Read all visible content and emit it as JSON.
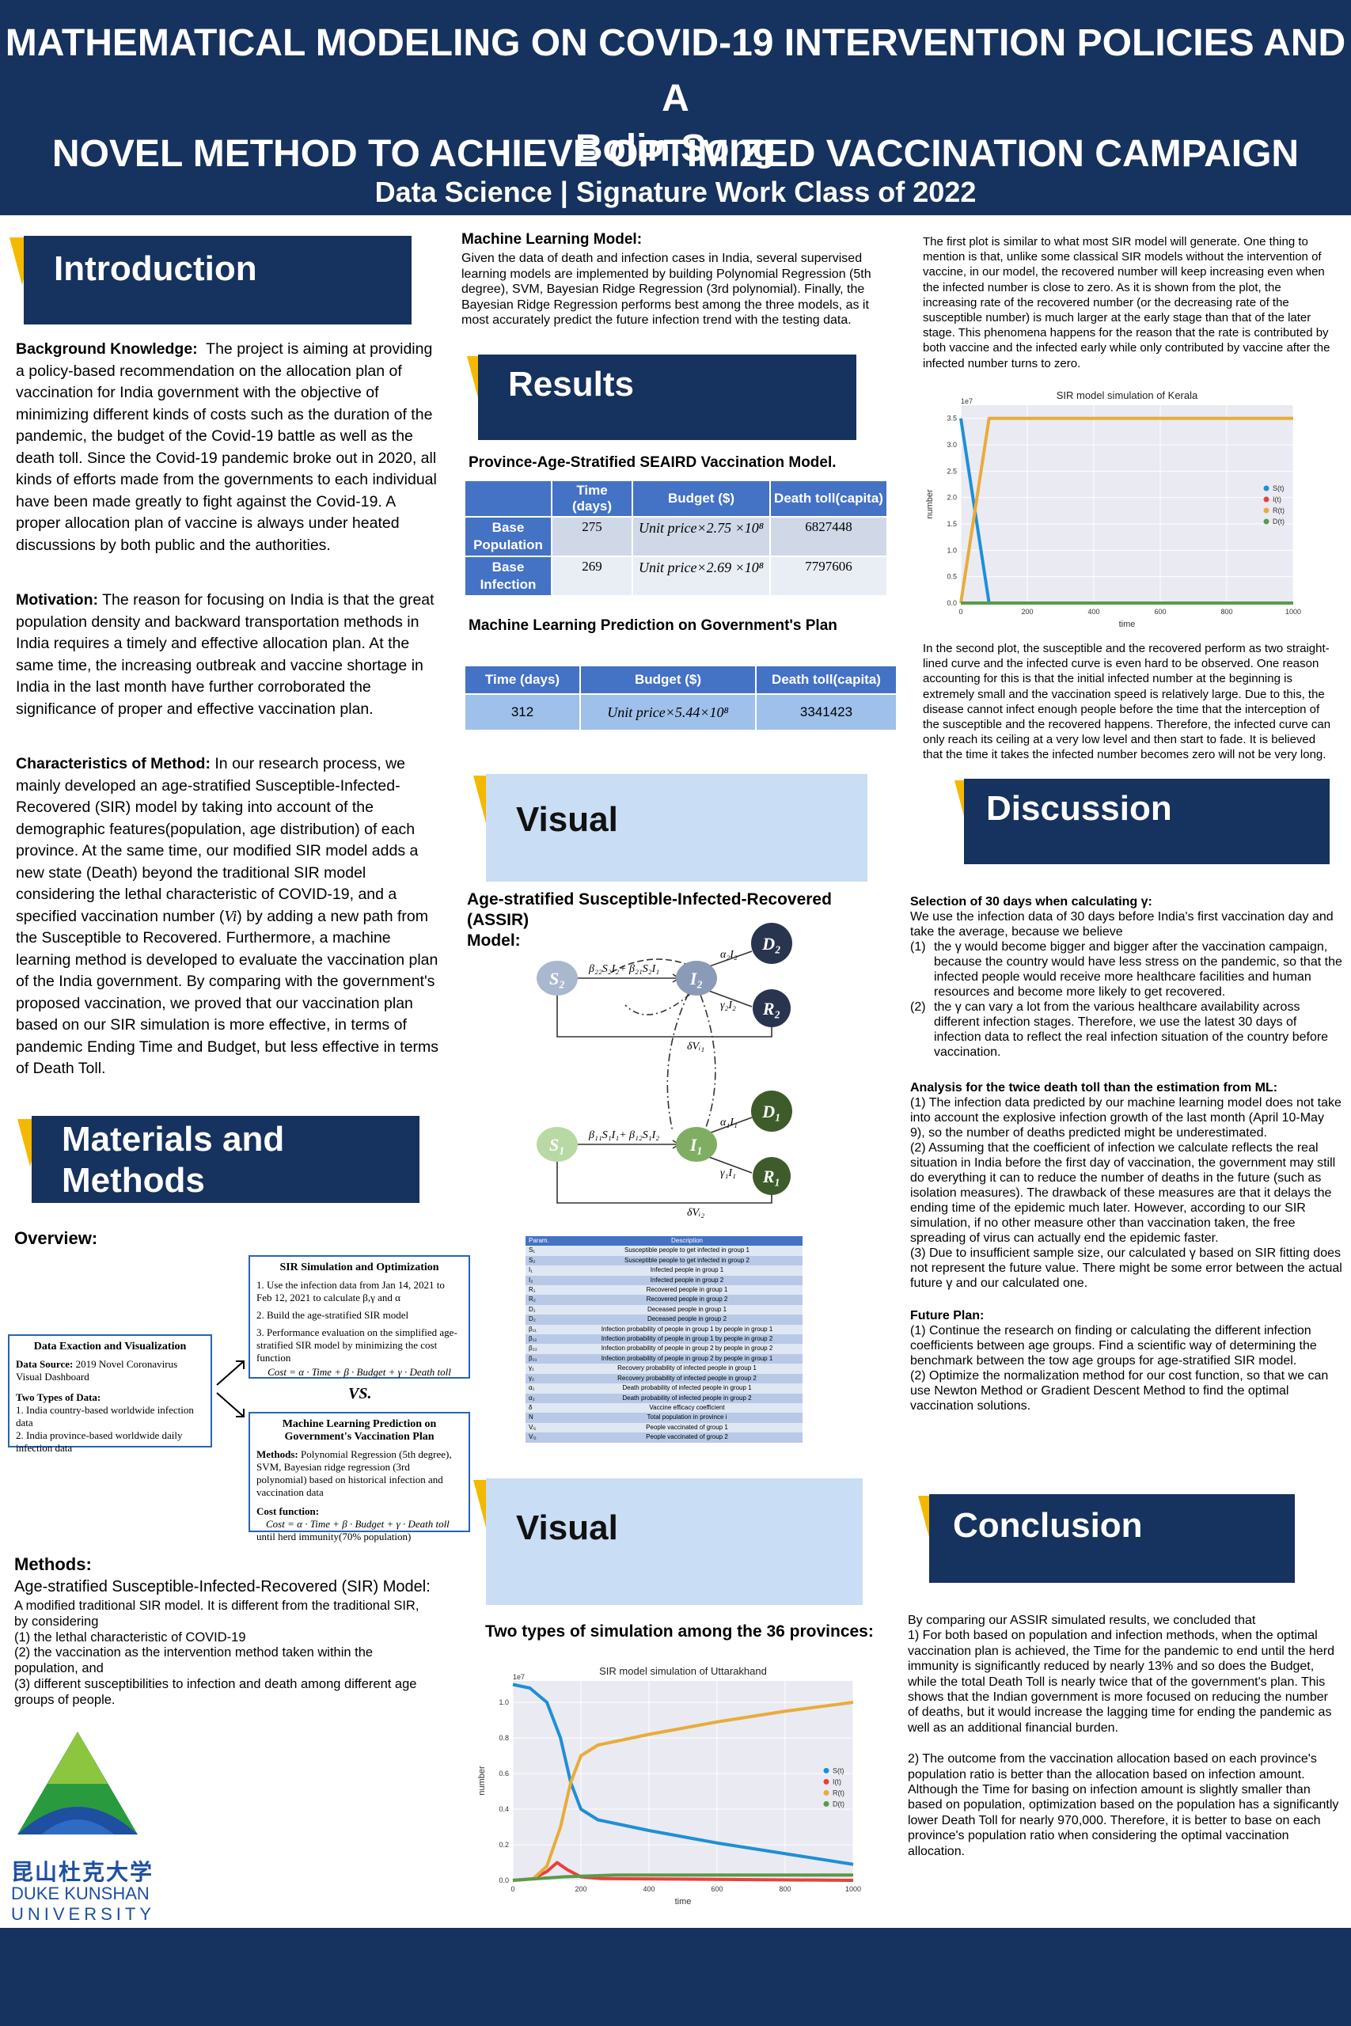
{
  "header": {
    "title_line1": "MATHEMATICAL MODELING ON COVID-19 INTERVENTION POLICIES AND A",
    "title_line2": "NOVEL METHOD TO ACHIEVE OPTIMIZED VACCINATION CAMPAIGN",
    "author": "Bolin Song",
    "affiliation": "Data Science | Signature Work Class of 2022"
  },
  "colors": {
    "navy": "#16325e",
    "light_blue": "#c9ddf4",
    "accent": "#f5b800"
  },
  "introduction": {
    "heading": "Introduction",
    "bg_label": "Background Knowledge:",
    "bg_text": "The project is aiming at providing a policy-based recommendation on the allocation plan of vaccination for India government with the objective of minimizing different kinds of costs such as the duration of the pandemic, the budget of the Covid-19 battle as well as the death toll. Since the Covid-19 pandemic broke out in 2020, all kinds of efforts made from the governments to each individual have been made greatly to fight against the Covid-19. A proper allocation plan of vaccine is always under heated discussions by both public and the authorities.",
    "mot_label": "Motivation:",
    "mot_text": "The reason for focusing on India is that the great population density and backward transportation methods in India requires a timely and effective allocation plan. At the same time, the increasing outbreak and vaccine shortage in India in the last month have further corroborated the significance of proper and effective vaccination plan.",
    "char_label": "Characteristics of Method:",
    "char_text1": "In our research process, we mainly developed an age-stratified Susceptible-Infected-Recovered (SIR) model by taking into account of the demographic features(population, age distribution) of each province. At the same time, our modified SIR model adds a new state (Death) beyond the traditional SIR model considering the lethal characteristic of COVID-19, and a specified vaccination number (",
    "char_vi": "Vi",
    "char_text2": ") by adding a new path from the Susceptible to Recovered. Furthermore, a machine learning method  is developed to evaluate the vaccination plan of the India government. By comparing with the government's proposed vaccination, we proved that our vaccination plan based on our SIR simulation is more effective, in terms of pandemic Ending Time and Budget, but less effective in terms of Death Toll."
  },
  "materials": {
    "heading_l1": "Materials and",
    "heading_l2": "Methods",
    "overview": "Overview:",
    "box_data": {
      "title": "Data Exaction and Visualization",
      "source_label": "Data Source:",
      "source": "2019 Novel Coronavirus Visual Dashboard",
      "types_label": "Two Types of Data:",
      "type1": "1. India country-based worldwide infection data",
      "type2": "2. India province-based worldwide daily infection data"
    },
    "box_sir": {
      "title": "SIR Simulation and Optimization",
      "s1": "1. Use the infection data from Jan 14, 2021 to Feb 12, 2021 to calculate β,γ and α",
      "s2": "2. Build the age-stratified SIR model",
      "s3": "3. Performance evaluation on the simplified age-stratified SIR model by minimizing the cost function",
      "cost": "Cost = α · Time + β · Budget + γ · Death toll"
    },
    "vs": "VS.",
    "box_ml": {
      "title": "Machine Learning Prediction on Government's Vaccination Plan",
      "methods_label": "Methods:",
      "methods": "Polynomial Regression (5th degree), SVM, Bayesian ridge regression (3rd polynomial) based on historical infection and vaccination data",
      "cost_label": "Cost function:",
      "cost": "Cost = α · Time + β · Budget + γ · Death toll",
      "until": "until herd immunity(70% population)"
    },
    "methods_heading": "Methods:",
    "methods_title": "Age-stratified Susceptible-Infected-Recovered (SIR) Model:",
    "methods_intro": "A modified traditional SIR model. It is different from the traditional SIR, by considering",
    "m1": "(1) the lethal characteristic of COVID-19",
    "m2": "(2) the vaccination as the intervention method taken within the population, and",
    "m3": "(3) different susceptibilities to infection and death among different age groups of people."
  },
  "logo": {
    "cn": "昆山杜克大学",
    "en1": "DUKE KUNSHAN",
    "en2": "UNIVERSITY"
  },
  "ml_model": {
    "heading": "Machine Learning Model:",
    "text": "Given the data of death and infection cases in India, several supervised learning models are implemented by building Polynomial Regression (5th degree), SVM, Bayesian Ridge Regression (3rd polynomial). Finally, the Bayesian Ridge Regression performs best among the three models, as it most accurately predict the future infection trend with the testing data."
  },
  "results": {
    "heading": "Results",
    "table1_title": "Province-Age-Stratified SEAIRD Vaccination Model.",
    "t1_headers": [
      "Time (days)",
      "Budget ($)",
      "Death toll(capita)"
    ],
    "t1_rows": [
      {
        "label": "Base Population",
        "time": "275",
        "budget": "Unit price×2.75 ×10⁸",
        "death": "6827448"
      },
      {
        "label": "Base Infection",
        "time": "269",
        "budget": "Unit price×2.69 ×10⁸",
        "death": "7797606"
      }
    ],
    "table2_title": "Machine Learning Prediction on Government's Plan",
    "t2_headers": [
      "Time (days)",
      "Budget ($)",
      "Death toll(capita)"
    ],
    "t2_row": {
      "time": "312",
      "budget": "Unit price×5.44×10⁸",
      "death": "3341423"
    }
  },
  "visual1": {
    "heading": "Visual",
    "title_l1": "Age-stratified Susceptible-Infected-Recovered (ASSIR)",
    "title_l2": "Model:",
    "nodes": {
      "S2": "S₂",
      "I2": "I₂",
      "D2": "D₂",
      "R2": "R₂",
      "S1": "S₁",
      "I1": "I₁",
      "D1": "D₁",
      "R1": "R₁"
    },
    "edges": {
      "b2": "β₂₂S₂I₂+ β₂₁S₂I₁",
      "a2": "α₂I₂",
      "g2": "γ₂I₂",
      "v1": "δVᵢ₁",
      "b1": "β₁₁S₁I₁+ β₁₂S₁I₂",
      "a1": "α₁I₁",
      "g1": "γ₁I₁",
      "v2": "δVᵢ₂"
    },
    "params_header": [
      "Param.",
      "Description"
    ],
    "params": [
      [
        "S₁",
        "Susceptible people to get infected in group 1"
      ],
      [
        "S₂",
        "Susceptible people to get infected in group 2"
      ],
      [
        "I₁",
        "Infected people in group 1"
      ],
      [
        "I₂",
        "Infected people in group 2"
      ],
      [
        "R₁",
        "Recovered people in group 1"
      ],
      [
        "R₂",
        "Recovered people in group 2"
      ],
      [
        "D₁",
        "Deceased people in group 1"
      ],
      [
        "D₂",
        "Deceased people in group 2"
      ],
      [
        "β₁₁",
        "Infection probability of people in group 1 by people in group 1"
      ],
      [
        "β₁₂",
        "Infection probability of people in group 1 by people in group 2"
      ],
      [
        "β₂₂",
        "Infection probability of people in group 2 by people in group 2"
      ],
      [
        "β₂₁",
        "Infection probability of people in group 2 by people in group 1"
      ],
      [
        "γ₁",
        "Recovery probability of infected people in group 1"
      ],
      [
        "γ₂",
        "Recovery probability of infected people in group 2"
      ],
      [
        "α₁",
        "Death probability of infected people in group 1"
      ],
      [
        "α₂",
        "Death probability of infected people in group 2"
      ],
      [
        "δ",
        "Vaccine efficacy coefficient"
      ],
      [
        "N",
        "Total population in province i"
      ],
      [
        "Vᵢ₁",
        "People vaccinated of group 1"
      ],
      [
        "Vᵢ₂",
        "People vaccinated of group 2"
      ]
    ]
  },
  "visual2": {
    "heading": "Visual",
    "title": "Two types of simulation among the 36 provinces:"
  },
  "right_text": {
    "p1": "The first plot is similar to what most SIR model will generate. One thing to mention is that, unlike some classical SIR models without the intervention of vaccine, in our model, the recovered number will keep increasing even when the infected number is close to zero. As it is shown from the plot, the increasing rate of the recovered number (or the decreasing rate of the susceptible number) is much larger at the early stage than that of the later stage. This phenomena happens for the reason that the rate is contributed by both vaccine and the infected early while only contributed by vaccine after the infected number turns to zero.",
    "p2": "In the second plot, the susceptible and the recovered perform as two straight-lined curve and the infected curve is even hard to be observed. One reason accounting for this is that the initial infected number at the beginning is extremely small and the vaccination speed is relatively large. Due to this, the disease cannot infect enough people before the time that the interception of the susceptible and the recovered happens. Therefore, the infected curve can only reach its ceiling at a very low level and then start to fade. It is believed that the time it takes the infected number becomes zero will not be very long."
  },
  "discussion": {
    "heading": "Discussion",
    "sel_title": "Selection of 30 days when calculating γ:",
    "sel_intro": "We use the infection data of 30 days before India's first vaccination day and take the average, because we believe",
    "sel_1": "the γ would become bigger and bigger after the vaccination campaign, because the country would have less stress on the pandemic, so that the infected people would receive more healthcare facilities and human resources and become more likely to get recovered.",
    "sel_2": "the γ can vary a lot from the various healthcare availability across different infection stages. Therefore, we use the latest 30 days of infection data to reflect the real infection situation of the country before vaccination.",
    "n1": "(1)",
    "n2": "(2)",
    "ana_title": "Analysis for the twice death toll than the estimation from ML:",
    "ana_1": "(1) The infection data predicted by our machine learning model does not take into account the explosive infection growth of the last month (April 10-May 9), so the number of deaths predicted might be underestimated.",
    "ana_2": "(2) Assuming that the coefficient of infection we calculate reflects the real situation in India before the first day of vaccination, the government may still do everything it can to reduce the number of deaths in the future (such as isolation measures). The drawback of these measures are that it delays the ending time of the epidemic much later. However, according to our SIR simulation, if no other measure other than vaccination taken, the free spreading of virus can actually end the epidemic faster.",
    "ana_3": "(3) Due to insufficient sample size, our calculated γ based on SIR fitting does not represent the future value. There might be some error between the actual future γ and our calculated one.",
    "fut_title": "Future Plan:",
    "fut_1": "(1) Continue the research on finding or calculating the different infection coefficients between age groups. Find a scientific way of determining the benchmark between the tow age groups for age-stratified SIR model.",
    "fut_2": "(2) Optimize the normalization method for our cost function, so that we can use Newton Method or Gradient Descent Method to find the optimal vaccination solutions."
  },
  "conclusion": {
    "heading": "Conclusion",
    "intro": "By comparing our ASSIR simulated results, we concluded that",
    "c1": "1) For both based on population and infection methods, when the optimal vaccination plan is achieved, the Time for the pandemic to end until the herd immunity is significantly reduced by nearly 13% and so does the Budget, while the total Death Toll is nearly twice that of the government's plan. This shows that the Indian government is more focused on reducing the number of deaths, but it would increase the lagging time for ending the pandemic as well as an additional financial burden.",
    "c2": "2) The outcome from the vaccination allocation based on each province's population ratio is better than the allocation based on infection amount. Although the Time for basing on infection amount is slightly smaller than based on population, optimization based on the population has a significantly lower Death Toll for nearly 970,000. Therefore, it is better to base on each province's population ratio when considering the optimal vaccination allocation."
  },
  "chart_data": [
    {
      "type": "line",
      "title": "SIR model simulation of Kerala",
      "xlabel": "time",
      "ylabel": "number",
      "scale_label": "1e7",
      "xlim": [
        0,
        1000
      ],
      "ylim": [
        0,
        3.75
      ],
      "xticks": [
        0,
        200,
        400,
        600,
        800,
        1000
      ],
      "yticks": [
        0.0,
        0.5,
        1.0,
        1.5,
        2.0,
        2.5,
        3.0,
        3.5
      ],
      "legend_position": "right",
      "grid": true,
      "series": [
        {
          "name": "S(t)",
          "color": "#1f8fd6",
          "x": [
            0,
            85,
            1000
          ],
          "y": [
            3.5,
            0.0,
            0.0
          ]
        },
        {
          "name": "I(t)",
          "color": "#e8413a",
          "x": [
            0,
            1000
          ],
          "y": [
            0.0,
            0.0
          ]
        },
        {
          "name": "R(t)",
          "color": "#e8ac3a",
          "x": [
            0,
            85,
            1000
          ],
          "y": [
            0.0,
            3.5,
            3.5
          ]
        },
        {
          "name": "D(t)",
          "color": "#5a9a4a",
          "x": [
            0,
            1000
          ],
          "y": [
            0.0,
            0.0
          ]
        }
      ]
    },
    {
      "type": "line",
      "title": "SIR model simulation of Uttarakhand",
      "xlabel": "time",
      "ylabel": "number",
      "scale_label": "1e7",
      "xlim": [
        0,
        1000
      ],
      "ylim": [
        0,
        1.12
      ],
      "xticks": [
        0,
        200,
        400,
        600,
        800,
        1000
      ],
      "yticks": [
        0.0,
        0.2,
        0.4,
        0.6,
        0.8,
        1.0
      ],
      "legend_position": "right",
      "grid": true,
      "series": [
        {
          "name": "S(t)",
          "color": "#1f8fd6",
          "x": [
            0,
            50,
            100,
            140,
            170,
            200,
            250,
            300,
            400,
            600,
            800,
            1000
          ],
          "y": [
            1.1,
            1.08,
            1.0,
            0.8,
            0.55,
            0.4,
            0.34,
            0.32,
            0.28,
            0.21,
            0.15,
            0.09
          ]
        },
        {
          "name": "I(t)",
          "color": "#e8413a",
          "x": [
            0,
            60,
            100,
            130,
            160,
            200,
            260,
            1000
          ],
          "y": [
            0.0,
            0.01,
            0.05,
            0.1,
            0.06,
            0.02,
            0.01,
            0.0
          ]
        },
        {
          "name": "R(t)",
          "color": "#e8ac3a",
          "x": [
            0,
            60,
            100,
            140,
            170,
            200,
            250,
            300,
            400,
            600,
            800,
            1000
          ],
          "y": [
            0.0,
            0.01,
            0.08,
            0.3,
            0.55,
            0.7,
            0.76,
            0.78,
            0.82,
            0.89,
            0.95,
            1.0
          ]
        },
        {
          "name": "D(t)",
          "color": "#5a9a4a",
          "x": [
            0,
            150,
            300,
            1000
          ],
          "y": [
            0.0,
            0.02,
            0.03,
            0.03
          ]
        }
      ]
    }
  ]
}
